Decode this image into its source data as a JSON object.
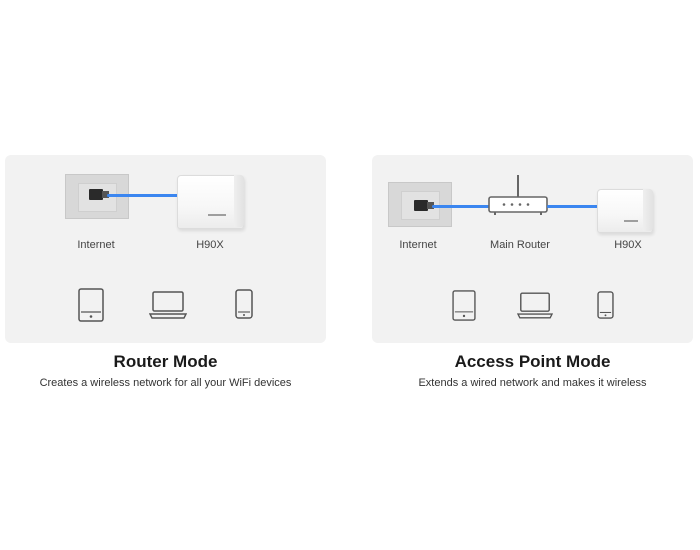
{
  "cards": [
    {
      "labels": {
        "internet": "Internet",
        "node": "H90X"
      },
      "title": "Router Mode",
      "description": "Creates a wireless network for all your WiFi devices"
    },
    {
      "labels": {
        "internet": "Internet",
        "main_router": "Main Router",
        "node": "H90X"
      },
      "title": "Access Point Mode",
      "description": "Extends a wired network and makes it wireless"
    }
  ],
  "icons": [
    "wall-socket-icon",
    "ethernet-plug-icon",
    "mesh-router-icon",
    "tablet-icon",
    "laptop-icon",
    "phone-icon",
    "router-icon"
  ],
  "colors": {
    "cable": "#3b86f0",
    "panel_bg": "#f2f2f2",
    "title": "#1a1a1a"
  }
}
